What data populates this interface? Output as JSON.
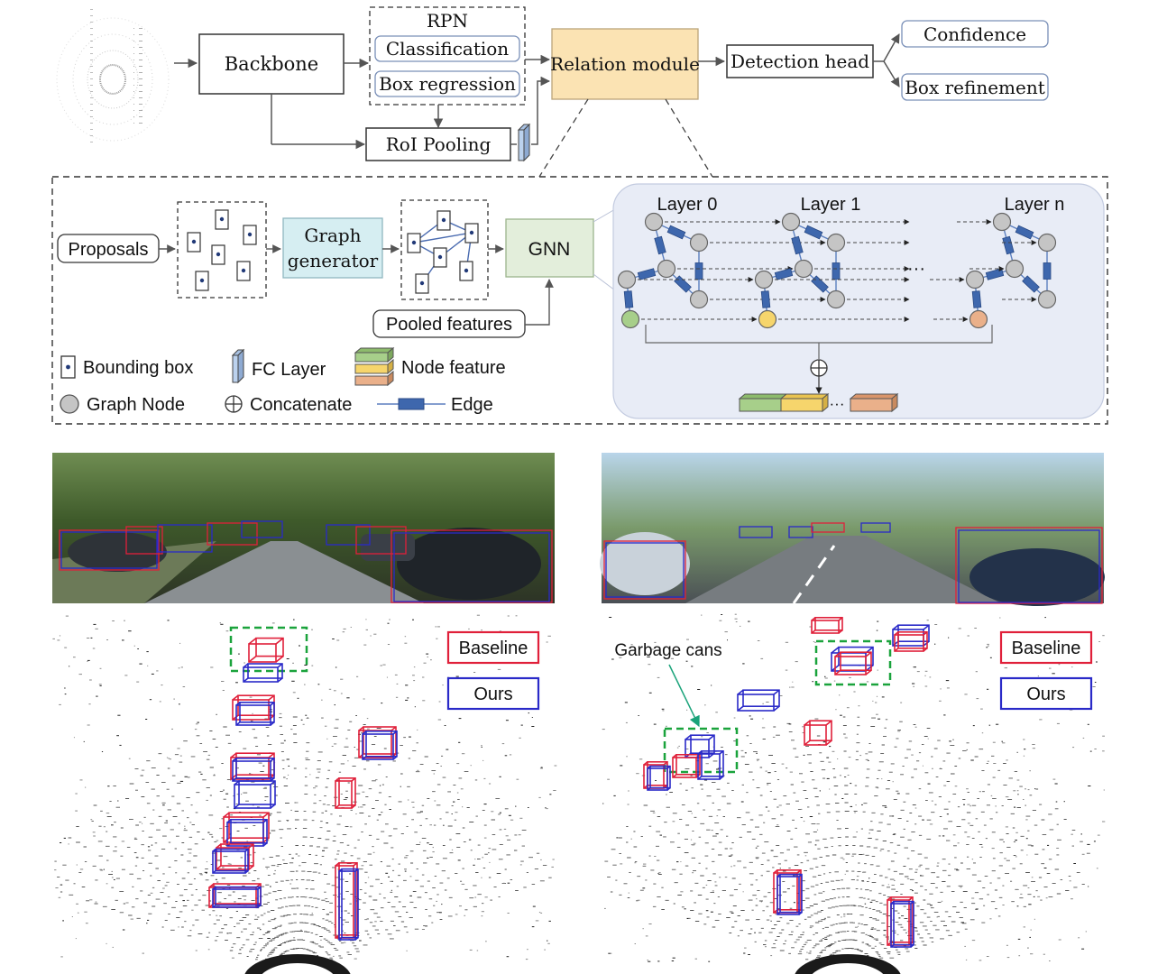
{
  "pipeline": {
    "backbone": "Backbone",
    "rpn_title": "RPN",
    "classification": "Classification",
    "box_regression": "Box regression",
    "roi_pooling": "RoI Pooling",
    "relation_module": "Relation module",
    "detection_head": "Detection head",
    "confidence": "Confidence",
    "box_refinement": "Box refinement"
  },
  "detail": {
    "proposals": "Proposals",
    "graph_generator_line1": "Graph",
    "graph_generator_line2": "generator",
    "gnn": "GNN",
    "pooled_features": "Pooled features",
    "layer0": "Layer 0",
    "layer1": "Layer 1",
    "layern": "Layer n",
    "ellipsis": "···"
  },
  "legend": {
    "bounding_box": "Bounding box",
    "fc_layer": "FC Layer",
    "node_feature": "Node feature",
    "graph_node": "Graph Node",
    "concatenate": "Concatenate",
    "edge": "Edge"
  },
  "results": {
    "baseline": "Baseline",
    "ours": "Ours",
    "garbage_cans": "Garbage cans"
  },
  "colors": {
    "relation_fill": "#fbe3b3",
    "graphgen_fill": "#d6eef2",
    "gnn_fill": "#e3eedb",
    "layer_panel": "#e8ecf6",
    "node_gray": "#c5c5c5",
    "node_green": "#a7cf8a",
    "node_yellow": "#f6d56c",
    "node_orange": "#eab08a",
    "edge_blue": "#3e67ad",
    "baseline_red": "#e0203a",
    "ours_blue": "#2a2ac8",
    "highlight_green": "#1aa33c"
  }
}
